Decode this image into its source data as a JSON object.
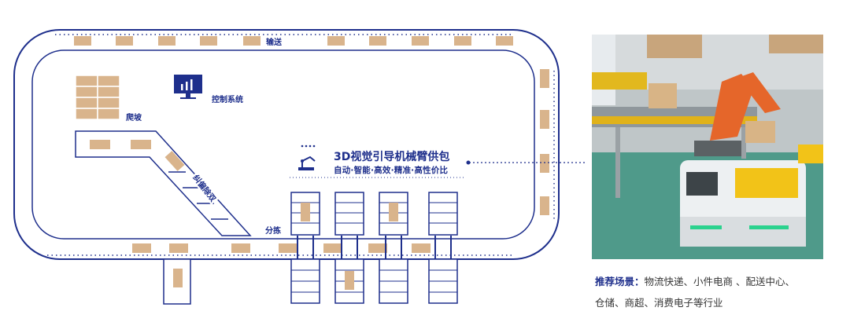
{
  "diagram": {
    "labels": {
      "conveyor": "输送",
      "control": "控制系统",
      "climb": "爬坡",
      "deviation": "纠偏除双",
      "sorting": "分拣"
    },
    "feature": {
      "title": "3D视觉引导机械臂供包",
      "subtitle": "自动·智能·高效·精准·高性价比"
    }
  },
  "scenario": {
    "heading": "推荐场景：",
    "line1": "物流快递、小件电商 、配送中心、",
    "line2": "仓储、商超、消费电子等行业"
  },
  "colors": {
    "primary": "#1e2f8c",
    "parcel": "#d9b48c",
    "photo_floor": "#4f9a8a",
    "robot_arm": "#e5662a"
  }
}
